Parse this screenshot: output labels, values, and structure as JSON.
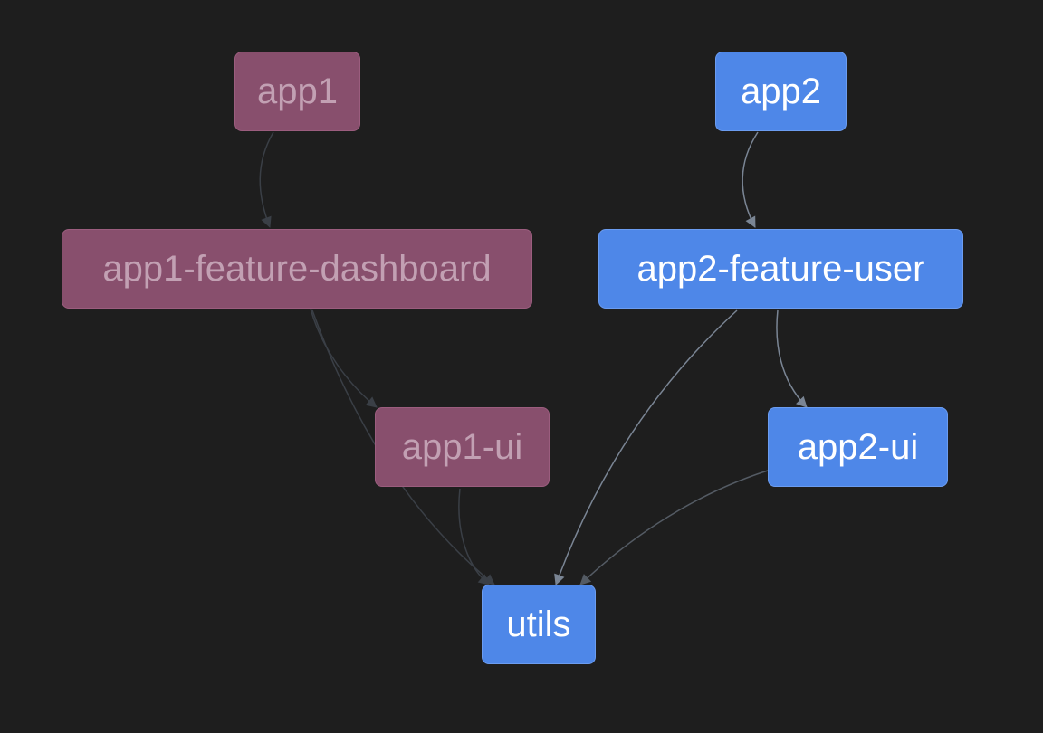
{
  "diagram": {
    "nodes": [
      {
        "id": "app1",
        "label": "app1",
        "state": "dim"
      },
      {
        "id": "app2",
        "label": "app2",
        "state": "active"
      },
      {
        "id": "app1-feature-dashboard",
        "label": "app1-feature-dashboard",
        "state": "dim"
      },
      {
        "id": "app2-feature-user",
        "label": "app2-feature-user",
        "state": "active"
      },
      {
        "id": "app1-ui",
        "label": "app1-ui",
        "state": "dim"
      },
      {
        "id": "app2-ui",
        "label": "app2-ui",
        "state": "active"
      },
      {
        "id": "utils",
        "label": "utils",
        "state": "active"
      }
    ],
    "edges": [
      {
        "from": "app1",
        "to": "app1-feature-dashboard",
        "state": "dim"
      },
      {
        "from": "app1-feature-dashboard",
        "to": "app1-ui",
        "state": "dim"
      },
      {
        "from": "app1-feature-dashboard",
        "to": "utils",
        "state": "dim"
      },
      {
        "from": "app1-ui",
        "to": "utils",
        "state": "dim"
      },
      {
        "from": "app2",
        "to": "app2-feature-user",
        "state": "active"
      },
      {
        "from": "app2-feature-user",
        "to": "app2-ui",
        "state": "active"
      },
      {
        "from": "app2-feature-user",
        "to": "utils",
        "state": "active"
      },
      {
        "from": "app2-ui",
        "to": "utils",
        "state": "semi"
      }
    ],
    "colors": {
      "background": "#1e1e1e",
      "dim_node_fill": "#884f6d",
      "dim_node_text": "#c2a0b3",
      "active_node_fill": "#4e87e8",
      "active_node_text": "#ffffff",
      "active_edge": "#7a8594",
      "dim_edge": "#3a3f46",
      "semi_edge": "#545b64"
    }
  }
}
